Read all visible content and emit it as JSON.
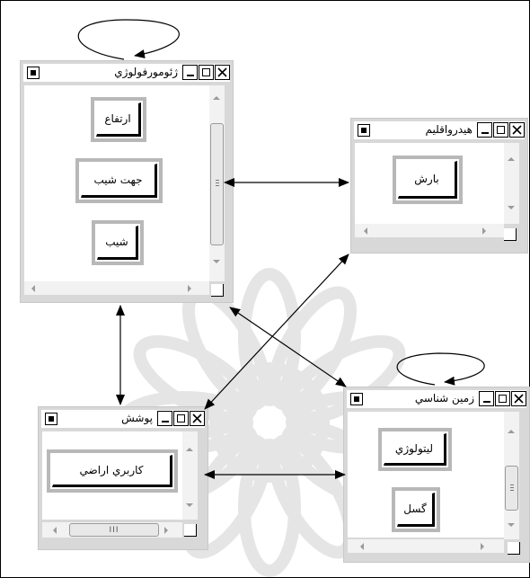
{
  "colors": {
    "arrow": "#000000",
    "watermark": "#e3e3e3",
    "window_face": "#d8d8d8",
    "node_border": "#b8b8b8"
  },
  "windows": {
    "geomorphology": {
      "title": "ژئومورفولوژي",
      "nodes": [
        "ارتفاع",
        "جهت شيب",
        "شيب"
      ]
    },
    "hydroclimate": {
      "title": "هيدرواقليم",
      "nodes": [
        "بارش"
      ]
    },
    "vegetation": {
      "title": "پوشش",
      "nodes": [
        "كاربري اراضي"
      ],
      "hscroll_glyph": "III"
    },
    "geology": {
      "title": "زمين شناسي",
      "nodes": [
        "ليتولوژي",
        "گسل"
      ]
    }
  },
  "icons": {
    "system": "system-menu-icon",
    "min": "minimize-icon",
    "max": "maximize-icon",
    "close": "close-icon",
    "grip": "size-grip-icon",
    "watermark": "rosette-watermark-icon"
  }
}
